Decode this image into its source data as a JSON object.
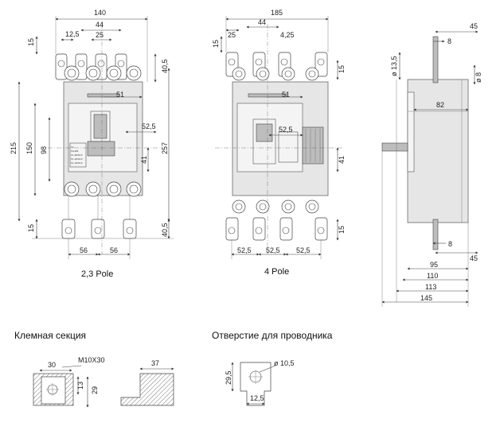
{
  "views": {
    "front_23": {
      "caption": "2,3 Pole",
      "dims": {
        "width_total": "140",
        "pitch_top": "44",
        "left_offset": "12,5",
        "inner": "25",
        "tab_height": "15",
        "tab_height_top": "40,5",
        "depth_51": "51",
        "depth_52_5": "52,5",
        "height_total": "215",
        "height_150": "150",
        "height_98": "98",
        "height_257": "257",
        "height_41": "41",
        "tab_height_bottom": "15",
        "tab_bottom_40_5": "40,5",
        "pitch_bottom_left": "56",
        "pitch_bottom_right": "56"
      }
    },
    "front_4": {
      "caption": "4 Pole",
      "dims": {
        "width_total": "185",
        "left_offset": "25",
        "pitch_top": "44",
        "offset_4_25": "4,25",
        "tab_height": "15",
        "depth_51": "51",
        "depth_52_5": "52,5",
        "height_41": "41",
        "tab_height_bottom": "15",
        "pitch_1": "52,5",
        "pitch_2": "52,5",
        "pitch_3": "52,5"
      }
    },
    "side": {
      "dims": {
        "top_45": "45",
        "top_8": "8",
        "hole_13_5": "ø 13,5",
        "hole_8": "ø 8",
        "depth_82": "82",
        "bottom_8": "8",
        "bottom_45": "45",
        "d95": "95",
        "d110": "110",
        "d113": "113",
        "d145": "145"
      }
    },
    "nameplate": {
      "lines": [
        "Ce",
        "CA-ER",
        "CL-EF10-F",
        "CL-HF10-F",
        "CL-HF10-F",
        "CA-HF10-F"
      ]
    }
  },
  "sections": {
    "terminal": {
      "title": "Клемная секция",
      "dims": {
        "width_30": "30",
        "bolt": "M10X30",
        "h13": "13",
        "h29": "29",
        "w37": "37"
      }
    },
    "conductor_hole": {
      "title": "Отверстие для проводника",
      "dims": {
        "hole": "ø 10,5",
        "h29_5": "29,5",
        "w12_5": "12,5"
      }
    }
  }
}
